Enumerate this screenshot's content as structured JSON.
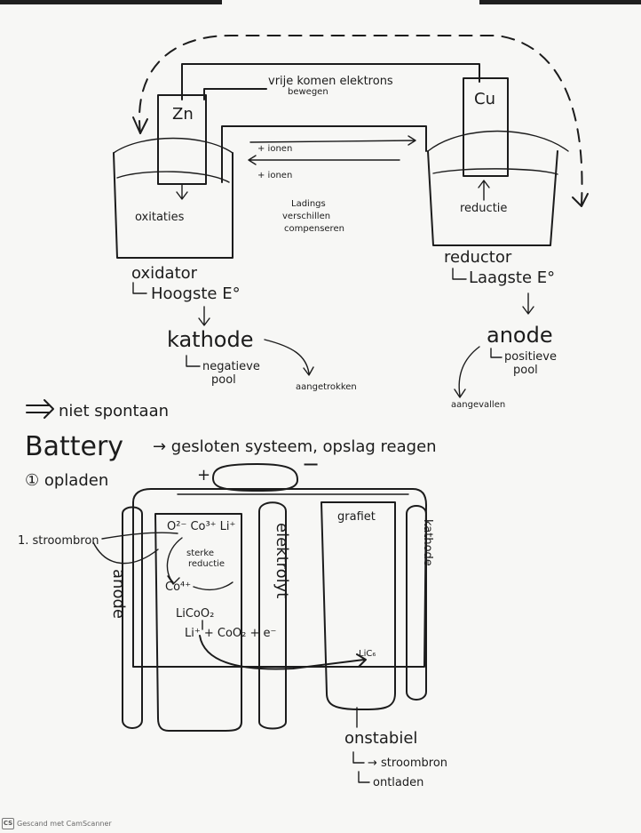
{
  "cell": {
    "electron_flow": "vrije komen elektrons",
    "electron_flow_sub": "bewegen",
    "left_electrode": "Zn",
    "right_electrode": "Cu",
    "ions_right": "+ ionen",
    "ions_left": "+ ionen",
    "charge_diff_1": "Ladings",
    "charge_diff_2": "verschillen",
    "charge_diff_3": "compenseren",
    "left_reaction": "oxitaties",
    "right_reaction": "reductie",
    "left_role": "oxidator",
    "left_e0": "Hoogste E°",
    "left_electrode_name": "kathode",
    "left_pole": "negatieve",
    "left_pole_2": "pool",
    "left_attract": "aangetrokken",
    "right_role": "reductor",
    "right_e0": "Laagste E°",
    "right_electrode_name": "anode",
    "right_pole": "positieve",
    "right_pole_2": "pool",
    "right_attract": "aangevallen"
  },
  "notes": {
    "not_spontaneous": "niet spontaan",
    "battery_title": "Battery",
    "battery_def": "→ gesloten systeem, opslag reagen",
    "step_one": "① opladen"
  },
  "battery": {
    "plus": "+",
    "minus": "−",
    "current_source": "1. stroombron",
    "anode": "anode",
    "electrolyte": "elektrolyt",
    "graphite": "grafiet",
    "cathode": "kathode",
    "eq1": "O²⁻ Co³⁺ Li⁺",
    "strong_reduction_1": "sterke",
    "strong_reduction_2": "reductie",
    "co4": "Co⁴⁺",
    "licoo2": "LiCoO₂",
    "eq2": "Li⁺ + CoO₂ + e⁻",
    "ligraph": "LiC₆",
    "unstable": "onstabiel",
    "no_source": "→ stroombron",
    "discharge": "ontladen"
  },
  "footer": {
    "scanner_logo": "CS",
    "scanner_text": "Gescand met CamScanner"
  }
}
